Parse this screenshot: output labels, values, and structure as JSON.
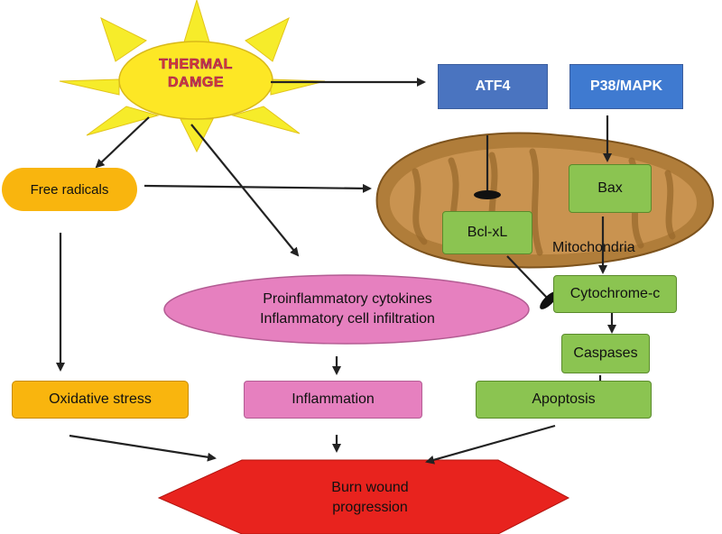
{
  "source": {
    "title_line1": "THERMAL",
    "title_line2": "DAMGE"
  },
  "nodes": {
    "atf4": "ATF4",
    "p38": "P38/MAPK",
    "free_radicals": "Free radicals",
    "bax": "Bax",
    "bclxl": "Bcl-xL",
    "mitochondria": "Mitochondria",
    "cytochrome": "Cytochrome-c",
    "caspases": "Caspases",
    "apoptosis": "Apoptosis",
    "cytokines_line1": "Proinflammatory cytokines",
    "cytokines_line2": "Inflammatory cell infiltration",
    "inflammation": "Inflammation",
    "oxidative": "Oxidative stress",
    "burn_line1": "Burn wound",
    "burn_line2": "progression"
  },
  "colors": {
    "sun_rays": "#f6ec2a",
    "sun_core": "#fde725",
    "blue_box": "#4a74c0",
    "green_box": "#8bc451",
    "orange_box": "#f9b50e",
    "pink_box": "#e680bf",
    "mitochondrion": "#b07d3a",
    "burn_hexagon": "#e8231e"
  },
  "edges": [
    {
      "from": "thermal_damage",
      "to": "atf4",
      "type": "activate"
    },
    {
      "from": "thermal_damage",
      "to": "free_radicals",
      "type": "activate"
    },
    {
      "from": "thermal_damage",
      "to": "proinflammatory_cytokines",
      "type": "activate"
    },
    {
      "from": "free_radicals",
      "to": "mitochondria",
      "type": "activate"
    },
    {
      "from": "free_radicals",
      "to": "oxidative_stress",
      "type": "activate"
    },
    {
      "from": "atf4",
      "to": "bcl_xl",
      "type": "inhibit"
    },
    {
      "from": "p38_mapk",
      "to": "bax",
      "type": "activate"
    },
    {
      "from": "bax",
      "to": "cytochrome_c",
      "type": "activate"
    },
    {
      "from": "bcl_xl",
      "to": "cytochrome_c",
      "type": "inhibit"
    },
    {
      "from": "cytochrome_c",
      "to": "caspases",
      "type": "activate"
    },
    {
      "from": "caspases",
      "to": "apoptosis",
      "type": "activate"
    },
    {
      "from": "proinflammatory_cytokines",
      "to": "inflammation",
      "type": "activate"
    },
    {
      "from": "oxidative_stress",
      "to": "burn_wound_progression",
      "type": "activate"
    },
    {
      "from": "inflammation",
      "to": "burn_wound_progression",
      "type": "activate"
    },
    {
      "from": "apoptosis",
      "to": "burn_wound_progression",
      "type": "activate"
    }
  ]
}
